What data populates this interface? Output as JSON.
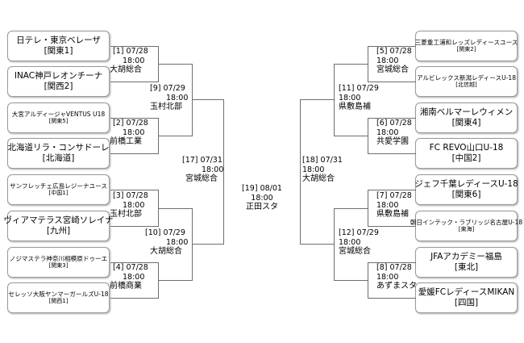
{
  "left_teams": [
    {
      "name": "日テレ・東京ベレーザ",
      "region": "[関東1]",
      "small": false
    },
    {
      "name": "INAC神戸レオンチーナ",
      "region": "[関西2]",
      "small": false
    },
    {
      "name": "大宮アルディージャVENTUS U18",
      "region": "[関東5]",
      "small": true
    },
    {
      "name": "北海道リラ・コンサドーレ",
      "region": "[北海道]",
      "small": false
    },
    {
      "name": "サンフレッチェ広島レジーナユース",
      "region": "[中国1]",
      "small": true
    },
    {
      "name": "ヴィアマテラス宮崎ソレイナ",
      "region": "[九州]",
      "small": false
    },
    {
      "name": "ノジマステラ神奈川相模原ドゥーエ",
      "region": "[関東3]",
      "small": true
    },
    {
      "name": "セレッソ大阪ヤンマーガールズU-18",
      "region": "[関西1]",
      "small": true
    }
  ],
  "right_teams": [
    {
      "name": "三菱重工浦和レッズレディースユース",
      "region": "[関東2]",
      "small": true
    },
    {
      "name": "アルビレックス新潟レディースU-18",
      "region": "[北信越]",
      "small": true
    },
    {
      "name": "湘南ベルマーレウィメン",
      "region": "[関東4]",
      "small": false
    },
    {
      "name": "FC REVO山口U-18",
      "region": "[中国2]",
      "small": false
    },
    {
      "name": "ジェフ千葉レディースU-18",
      "region": "[関東6]",
      "small": false
    },
    {
      "name": "朝日インテック・ラブリッジ名古屋U-18",
      "region": "[東海]",
      "small": true
    },
    {
      "name": "JFAアカデミー福島",
      "region": "[東北]",
      "small": false
    },
    {
      "name": "愛媛FCレディースMIKAN",
      "region": "[四国]",
      "small": false
    }
  ],
  "matches": {
    "m1": {
      "no": "[1] 07/28",
      "time": "18:00",
      "venue": "大胡総合"
    },
    "m2": {
      "no": "[2] 07/28",
      "time": "18:00",
      "venue": "前橋工業"
    },
    "m3": {
      "no": "[3] 07/28",
      "time": "18:00",
      "venue": "玉村北部"
    },
    "m4": {
      "no": "[4] 07/28",
      "time": "18:00",
      "venue": "前橋商業"
    },
    "m5": {
      "no": "[5] 07/28",
      "time": "18:00",
      "venue": "宮城総合"
    },
    "m6": {
      "no": "[6] 07/28",
      "time": "18:00",
      "venue": "共愛学園"
    },
    "m7": {
      "no": "[7] 07/28",
      "time": "18:00",
      "venue": "県敷島補"
    },
    "m8": {
      "no": "[8] 07/28",
      "time": "18:00",
      "venue": "あずまスタ"
    },
    "m9": {
      "no": "[9] 07/29",
      "time": "18:00",
      "venue": "玉村北部"
    },
    "m10": {
      "no": "[10] 07/29",
      "time": "18:00",
      "venue": "大胡総合"
    },
    "m11": {
      "no": "[11] 07/29",
      "time": "18:00",
      "venue": "県敷島補"
    },
    "m12": {
      "no": "[12] 07/29",
      "time": "18:00",
      "venue": "宮城総合"
    },
    "m17": {
      "no": "[17] 07/31",
      "time": "18:00",
      "venue": "宮城総合"
    },
    "m18": {
      "no": "[18] 07/31",
      "time": "18:00",
      "venue": "大胡総合"
    },
    "m19": {
      "no": "[19] 08/01",
      "time": "18:00",
      "venue": "正田スタ"
    }
  }
}
